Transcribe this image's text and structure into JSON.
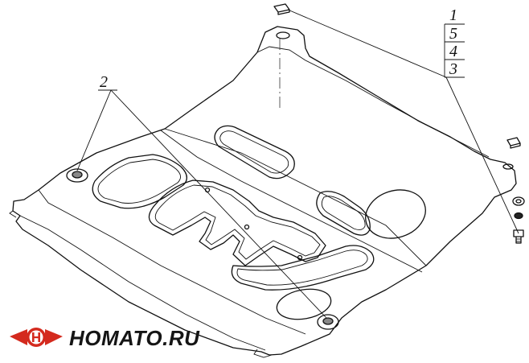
{
  "callouts": {
    "left": "2",
    "stack": [
      "1",
      "5",
      "4",
      "3"
    ]
  },
  "logo": {
    "text": "HOMATO.RU",
    "brand_color": "#d42a1e",
    "icon": "winged-h-logo-icon"
  },
  "colors": {
    "line": "#111111",
    "background": "#ffffff"
  }
}
